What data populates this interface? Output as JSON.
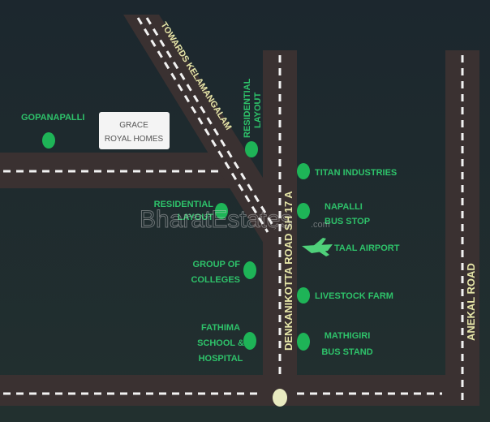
{
  "colors": {
    "background": "#1f2a30",
    "road": "#3a3131",
    "dash": "#f2f2f2",
    "marker": "#1eb457",
    "label": "#2ec26a",
    "road_label": "#e6e6a8"
  },
  "roads": {
    "diagonal": "TOWARDS KELAMANGALAM",
    "main": "DENKANIKOTTA ROAD SH 17 A",
    "east": "ANEKAL ROAD"
  },
  "project": {
    "line1": "GRACE",
    "line2": "ROYAL HOMES"
  },
  "landmarks": {
    "gopanapalli": "GOPANAPALLI",
    "res_layout": [
      "RESIDENTIAL",
      "LAYOUT"
    ],
    "titan": "TITAN INDUSTRIES",
    "bus_stop": [
      "NAPALLI",
      "BUS STOP"
    ],
    "res_west": [
      "RESIDENTIAL",
      "LAYOUT"
    ],
    "airport": "TAAL AIRPORT",
    "colleges": [
      "GROUP OF",
      "COLLEGES"
    ],
    "livestock": "LIVESTOCK FARM",
    "fathima": [
      "FATHIMA",
      "SCHOOL &",
      "HOSPITAL"
    ],
    "mathigiri": [
      "MATHIGIRI",
      "BUS STAND"
    ]
  },
  "watermark": {
    "main": "BharatEstates",
    "suffix": ".com"
  }
}
